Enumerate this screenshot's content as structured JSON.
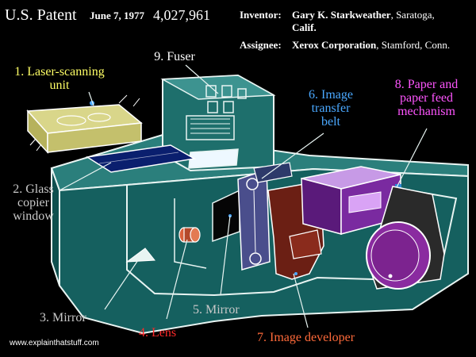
{
  "header": {
    "patent_label": "U.S. Patent",
    "date": "June 7, 1977",
    "number": "4,027,961",
    "inventor_label": "Inventor:",
    "inventor_name": "Gary K. Starkweather",
    "inventor_loc_1": ", Saratoga,",
    "inventor_loc_2": "Calif.",
    "assignee_label": "Assignee:",
    "assignee_name": "Xerox Corporation",
    "assignee_loc": ", Stamford, Conn."
  },
  "labels": {
    "laser_1": "1. Laser-scanning",
    "laser_2": "unit",
    "glass_1": "2. Glass",
    "glass_2": "copier",
    "glass_3": "window",
    "mirror3": "3. Mirror",
    "lens": "4. Lens",
    "mirror5": "5. Mirror",
    "belt_1": "6. Image",
    "belt_2": "transfer",
    "belt_3": "belt",
    "developer": "7. Image developer",
    "paper_1": "8. Paper and",
    "paper_2": "paper feed",
    "paper_3": "mechanism",
    "fuser": "9. Fuser"
  },
  "footer": {
    "website": "www.explainthatstuff.com"
  },
  "colors": {
    "laser": "#ffff66",
    "glass": "#c8c8c8",
    "mirror": "#c8c8c8",
    "lens": "#ff2a2a",
    "belt": "#4aa8ff",
    "developer": "#ff6a3a",
    "paper": "#ff55ff",
    "fuser": "#ffffff",
    "machine_fill": "#15605f",
    "machine_line": "#e8f4f2"
  }
}
